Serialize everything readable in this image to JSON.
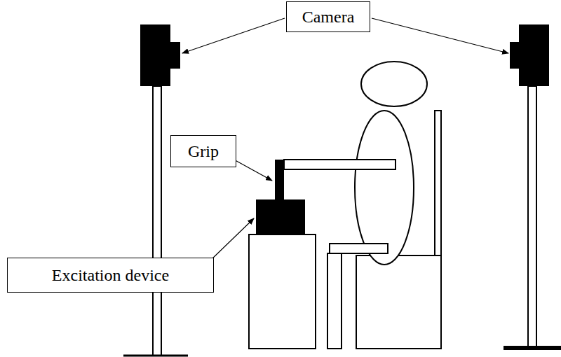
{
  "diagram": {
    "nodes": [
      {
        "text": [
          "Camera"
        ]
      },
      {
        "text": [
          "Grip"
        ]
      },
      {
        "text": [
          "Excitation device"
        ]
      }
    ]
  }
}
